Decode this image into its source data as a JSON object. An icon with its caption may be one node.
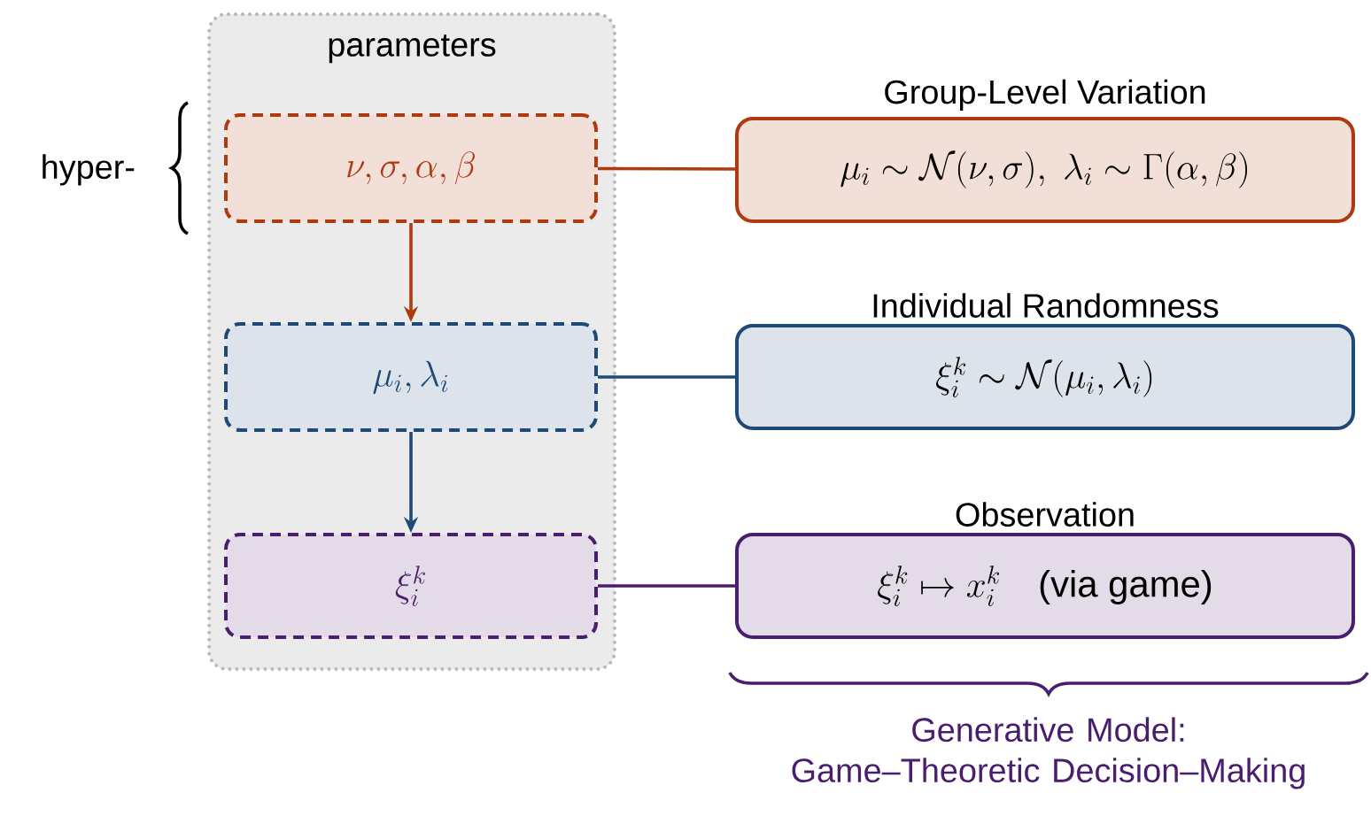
{
  "diagram": {
    "nodes": [
      {
        "text": [
          "parameters"
        ]
      },
      {
        "text": [
          "\\nu, \\sigma, \\alpha, \\beta"
        ],
        "in": 0
      },
      {
        "text": [
          "\\mu_i, \\lambda_i"
        ],
        "in": 0
      },
      {
        "text": [
          "\\xi_i^k"
        ],
        "in": 0
      },
      {
        "text": [
          "Group-Level Variation",
          "\\mu_i \\sim \\mathcal{N}(\\nu,\\sigma),\\ \\lambda_i \\sim \\Gamma(\\alpha,\\beta)"
        ]
      },
      {
        "text": [
          "Individual Randomness",
          "\\xi_i^k \\sim \\mathcal{N}(\\mu_i,\\lambda_i)"
        ]
      },
      {
        "text": [
          "Observation",
          "\\xi_i^k \\mapsto x_i^k \\quad \\text{(via game)}"
        ]
      }
    ],
    "edges": [
      {
        "from": 1,
        "to": 2,
        "arrow": "to",
        "color": "#b03a10"
      },
      {
        "from": 2,
        "to": 3,
        "arrow": "to",
        "color": "#1f4a78"
      },
      {
        "from": 1,
        "to": 4,
        "arrow": "none",
        "color": "#b03a10"
      },
      {
        "from": 2,
        "to": 5,
        "arrow": "none",
        "color": "#1f4a78"
      },
      {
        "from": 3,
        "to": 6,
        "arrow": "none",
        "color": "#4a1e6e"
      }
    ],
    "labels": [
      "hyper-",
      "Generative Model: Game–Theoretic Decision–Making"
    ]
  }
}
